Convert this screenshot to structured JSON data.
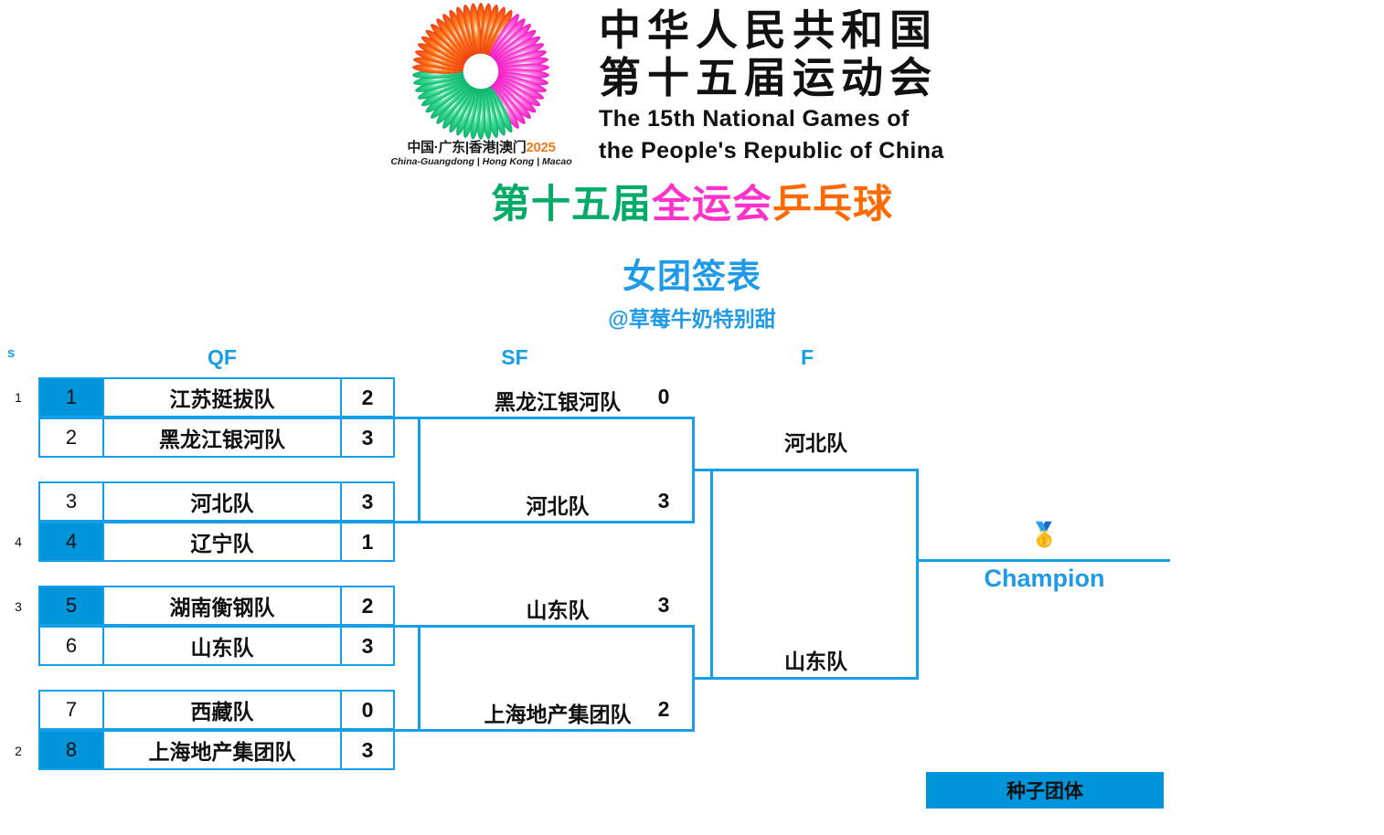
{
  "emblem": {
    "cn_line1": "中华人民共和国",
    "cn_line2": "第十五届运动会",
    "en_line1": "The 15th National Games of",
    "en_line2": "the People's Republic of China",
    "sub_cn_host": "中国·广东|香港|澳门",
    "sub_cn_year": "2025",
    "sub_en": "China-Guangdong | Hong Kong | Macao"
  },
  "title": {
    "part1": "第十五届",
    "part2": "全运会",
    "part3": "乒乓球",
    "subtitle": "女团签表",
    "handle": "@草莓牛奶特别甜",
    "color1": "#00ab68",
    "color2": "#ff33cc",
    "color3": "#ff6a00",
    "color_sub": "#1f9ae8"
  },
  "bracket": {
    "seed_column_header": "s",
    "rounds": [
      {
        "key": "qf",
        "label": "QF"
      },
      {
        "key": "sf",
        "label": "SF"
      },
      {
        "key": "f",
        "label": "F"
      }
    ],
    "accent_color": "#169fe8",
    "seed_fill_color": "#0095DB",
    "qf": [
      {
        "draw": "1",
        "team": "江苏挺拔队",
        "score": "2",
        "seeded": true,
        "seed_rank": "1"
      },
      {
        "draw": "2",
        "team": "黑龙江银河队",
        "score": "3",
        "seeded": false,
        "seed_rank": ""
      },
      {
        "draw": "3",
        "team": "河北队",
        "score": "3",
        "seeded": false,
        "seed_rank": ""
      },
      {
        "draw": "4",
        "team": "辽宁队",
        "score": "1",
        "seeded": true,
        "seed_rank": "4"
      },
      {
        "draw": "5",
        "team": "湖南衡钢队",
        "score": "2",
        "seeded": true,
        "seed_rank": "3"
      },
      {
        "draw": "6",
        "team": "山东队",
        "score": "3",
        "seeded": false,
        "seed_rank": ""
      },
      {
        "draw": "7",
        "team": "西藏队",
        "score": "0",
        "seeded": false,
        "seed_rank": ""
      },
      {
        "draw": "8",
        "team": "上海地产集团队",
        "score": "3",
        "seeded": true,
        "seed_rank": "2"
      }
    ],
    "sf": [
      {
        "team": "黑龙江银河队",
        "score": "0"
      },
      {
        "team": "河北队",
        "score": "3"
      },
      {
        "team": "山东队",
        "score": "3"
      },
      {
        "team": "上海地产集团队",
        "score": "2"
      }
    ],
    "final": [
      {
        "team": "河北队",
        "score": ""
      },
      {
        "team": "山东队",
        "score": ""
      }
    ],
    "champion": {
      "label": "Champion",
      "medal_icon": "🥇",
      "team": ""
    },
    "legend": {
      "label": "种子团体"
    }
  }
}
